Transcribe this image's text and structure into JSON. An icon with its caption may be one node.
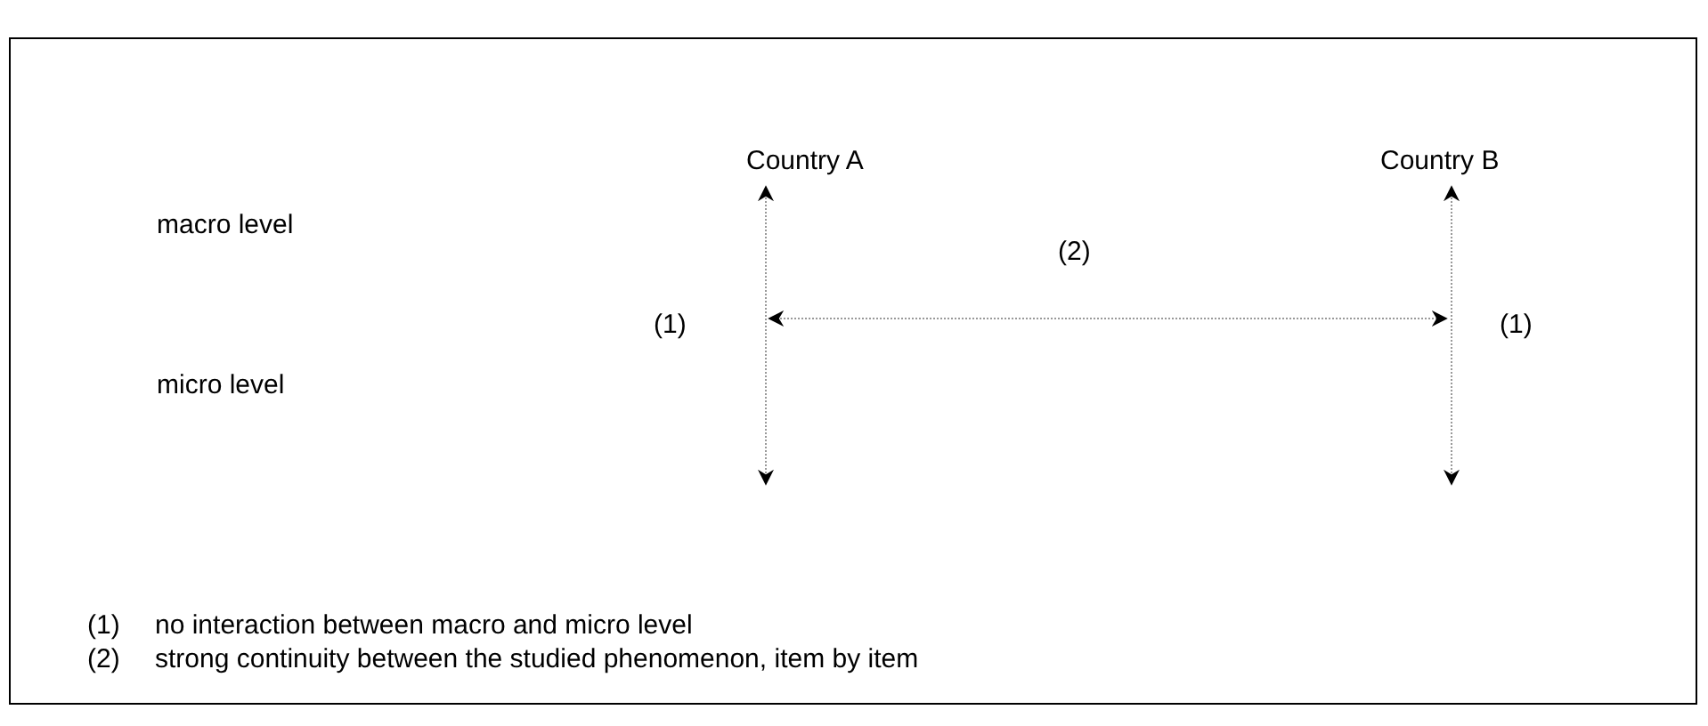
{
  "diagram": {
    "labels": [
      "Country A",
      "Country B",
      "macro level",
      "(2)",
      "(1)",
      "(1)",
      "micro level",
      "(1)",
      "no interaction between macro and micro level",
      "(2)",
      "strong continuity between the studied phenomenon, item by item"
    ]
  }
}
